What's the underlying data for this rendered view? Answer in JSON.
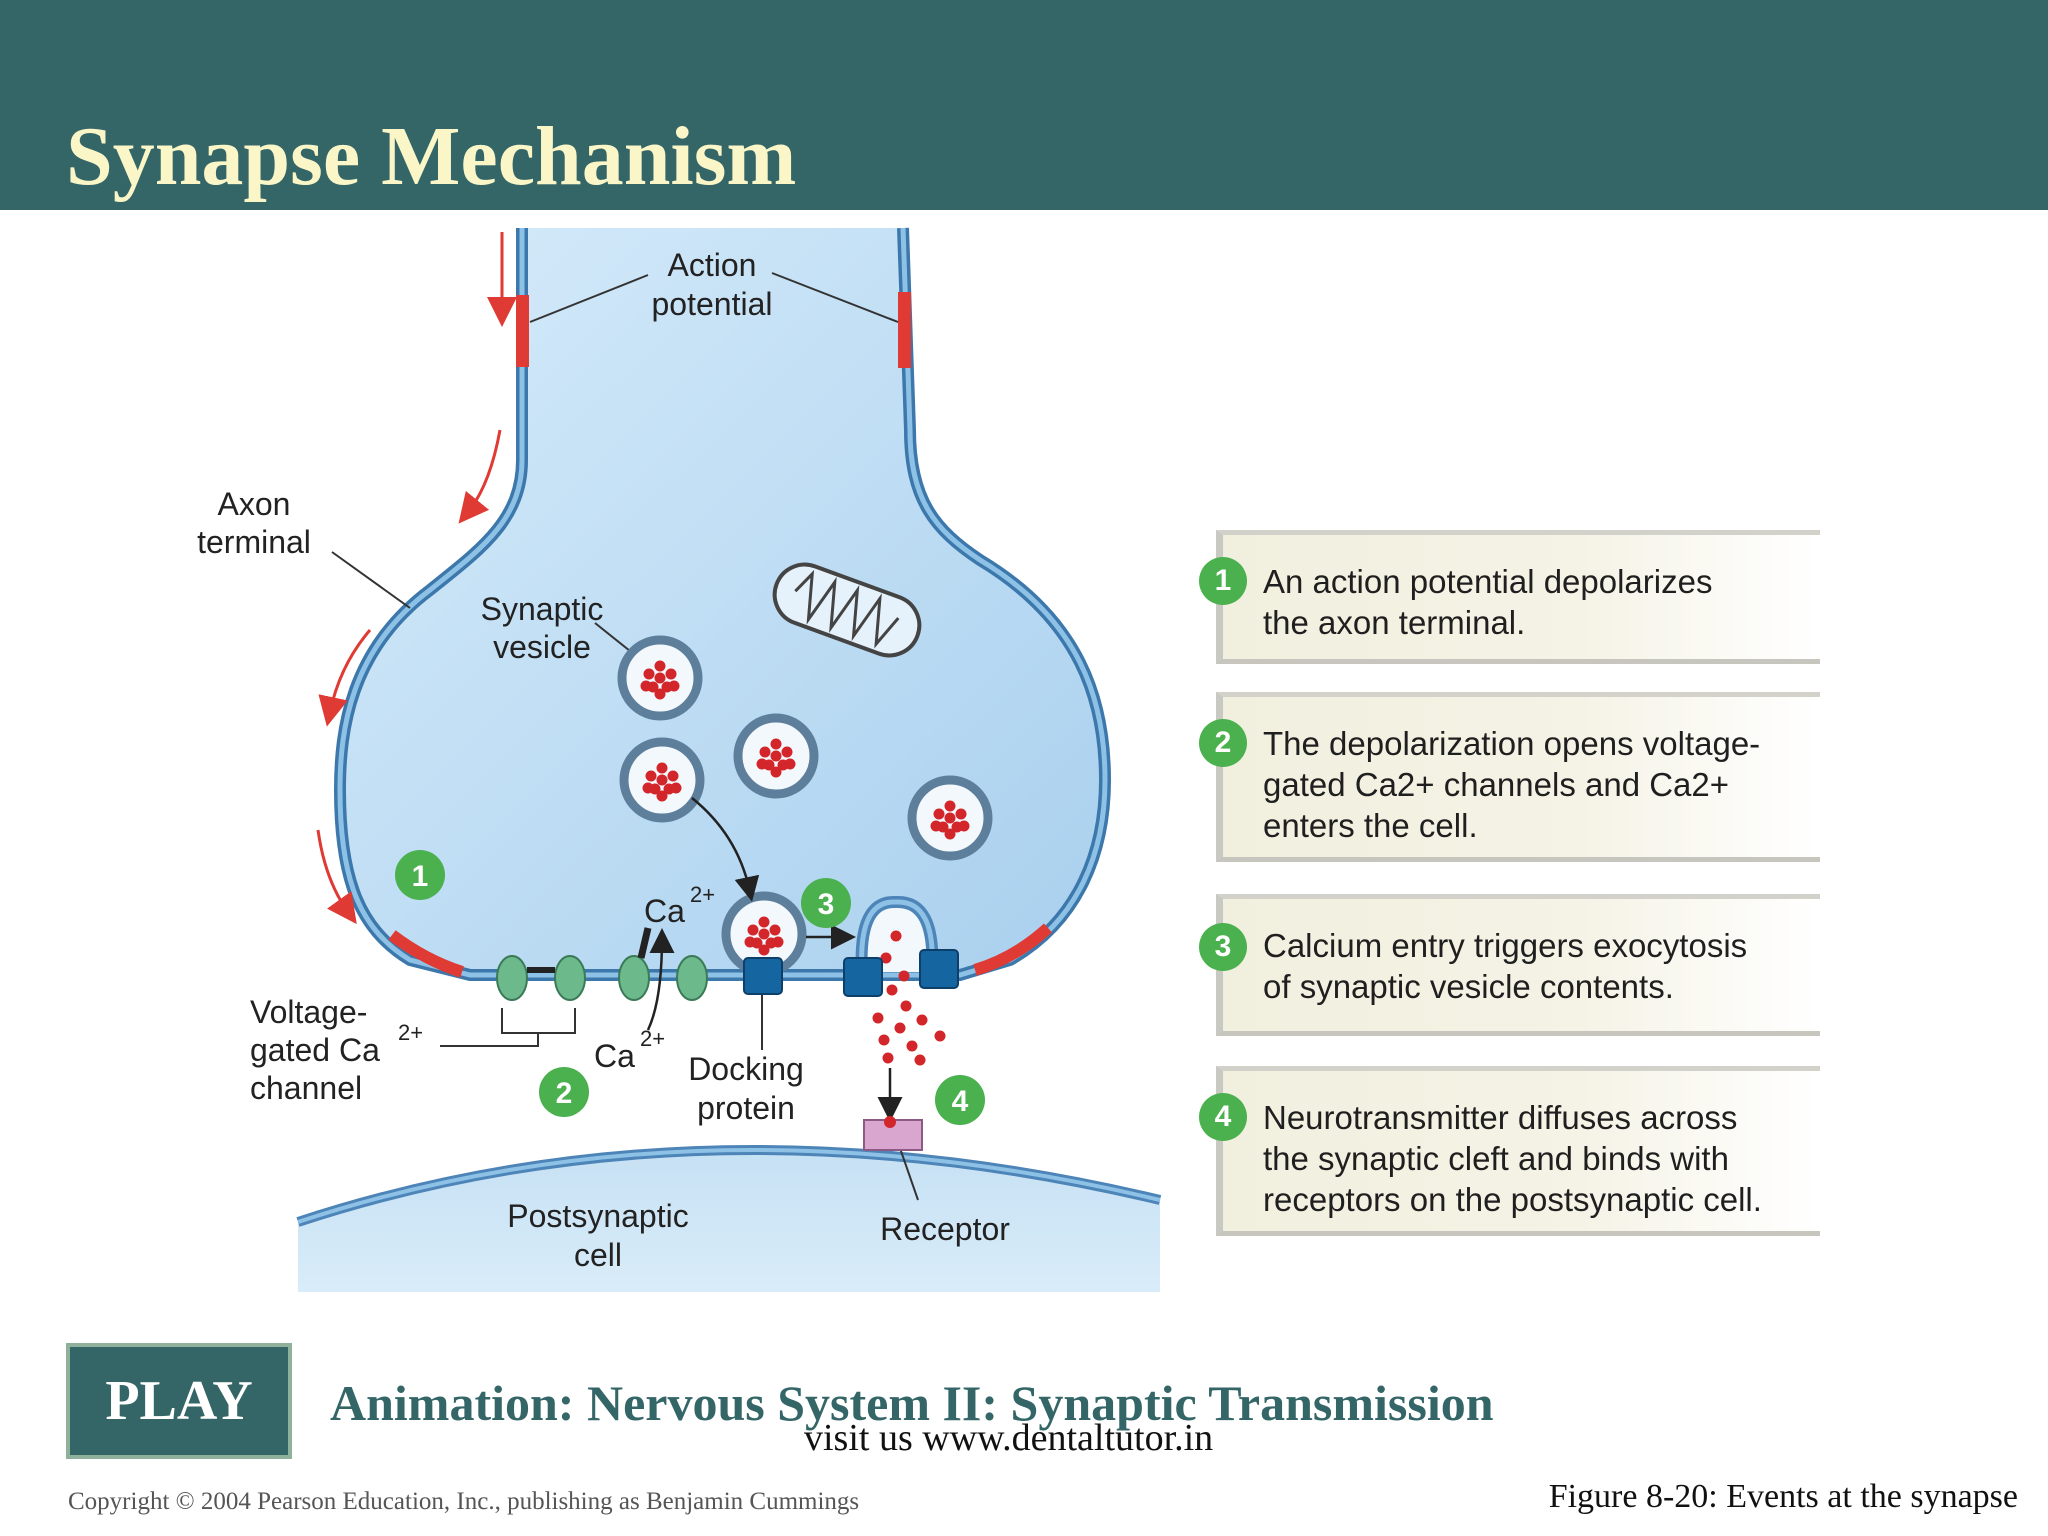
{
  "slide": {
    "title": "Synapse Mechanism"
  },
  "diagram": {
    "action_potential": [
      "Action",
      "potential"
    ],
    "axon_terminal": [
      "Axon",
      "terminal"
    ],
    "synaptic_vesicle": [
      "Synaptic",
      "vesicle"
    ],
    "ca_upper": "Ca",
    "ca_upper_sup": "2+",
    "ca_lower": "Ca",
    "ca_lower_sup": "2+",
    "voltage_gated": [
      "Voltage-",
      "gated Ca",
      "channel"
    ],
    "voltage_gated_sup": "2+",
    "docking_protein": [
      "Docking",
      "protein"
    ],
    "postsynaptic_cell": [
      "Postsynaptic",
      "cell"
    ],
    "receptor": "Receptor",
    "marker_1": "1",
    "marker_2": "2",
    "marker_3": "3",
    "marker_4": "4"
  },
  "steps": [
    {
      "number": "1",
      "lines": [
        "An action potential depolarizes",
        "the axon terminal."
      ]
    },
    {
      "number": "2",
      "lines": [
        "The depolarization opens voltage-",
        "gated Ca2+ channels and Ca2+",
        "enters the cell."
      ]
    },
    {
      "number": "3",
      "lines": [
        "Calcium entry triggers exocytosis",
        "of synaptic vesicle contents."
      ]
    },
    {
      "number": "4",
      "lines": [
        "Neurotransmitter diffuses across",
        "the synaptic cleft and binds with",
        "receptors on the postsynaptic cell."
      ]
    }
  ],
  "footer": {
    "play_label": "PLAY",
    "animation_title": "Animation: Nervous System II: Synaptic Transmission",
    "watermark": "visit us www.dentaltutor.in",
    "copyright": "Copyright © 2004 Pearson Education, Inc., publishing as Benjamin Cummings",
    "figure_caption": "Figure 8-20: Events at the synapse"
  },
  "colors": {
    "header_bg": "#356667",
    "title_text": "#fbf6c8",
    "cell_fill": "#bcdcf2",
    "membrane": "#5b9dd0",
    "depolarized": "#e03a35",
    "step_marker": "#4bb04e",
    "docking_protein": "#1565a0",
    "channel": "#6cb98c",
    "receptor": "#d9a6cf"
  }
}
